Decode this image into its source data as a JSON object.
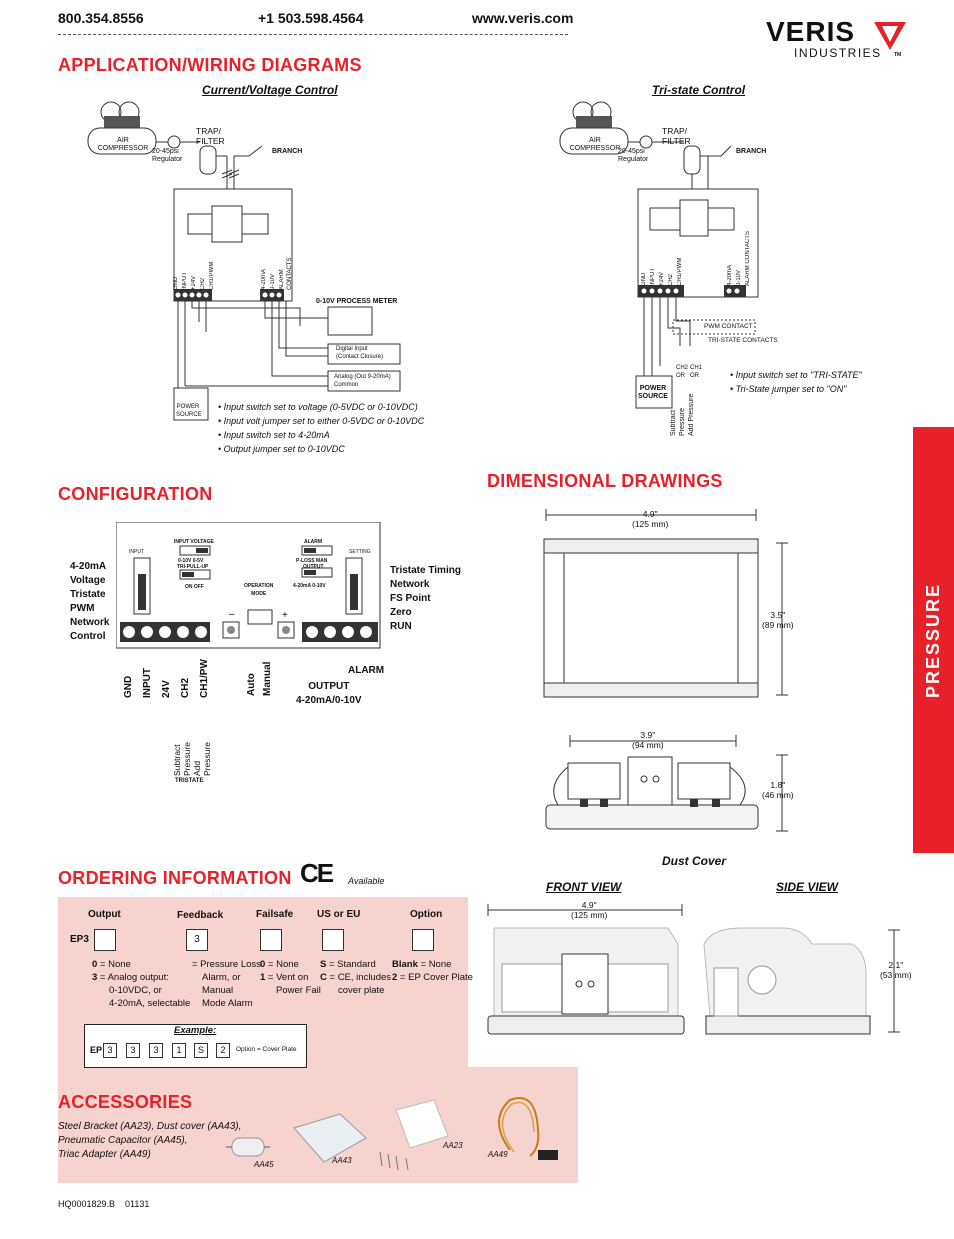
{
  "header": {
    "phone1": "800.354.8556",
    "phone2": "+1 503.598.4564",
    "website": "www.veris.com",
    "logo_word": "VERIS",
    "logo_sub": "INDUSTRIES",
    "logo_tm": "TM"
  },
  "sidebar_tab": "PRESSURE",
  "wiring": {
    "title": "APPLICATION/WIRING DIAGRAMS",
    "left": {
      "caption": "Current/Voltage Control",
      "compressor": "AIR COMPRESSOR",
      "regulator": "20-45psi\nRegulator",
      "trap": "TRAP/\nFILTER",
      "branch": "BRANCH",
      "terminals_left": [
        "GND",
        "INPUT",
        "+24V",
        "CH2",
        "CH1/PWM"
      ],
      "terminals_right": [
        "4-20mA",
        "0-10V",
        "ALARM CONTACTS"
      ],
      "meter": "0-10V PROCESS METER",
      "digital": "Digital Input\n(Contact Closure)",
      "analog": "Analog (Out 9-20mA)\nCommon",
      "power": "POWER\nSOURCE",
      "notes": [
        "• Input switch set to voltage (0-5VDC or 0-10VDC)",
        "• Input volt jumper set to either 0-5VDC or 0-10VDC",
        "• Input switch set to 4-20mA",
        "• Output jumper set to 0-10VDC"
      ]
    },
    "right": {
      "caption": "Tri-state Control",
      "compressor": "AIR COMPRESSOR",
      "regulator": "20-45psi\nRegulator",
      "trap": "TRAP/\nFILTER",
      "branch": "BRANCH",
      "terminals_left": [
        "GND",
        "INPUT",
        "+24V",
        "CH2",
        "CH1/PWM"
      ],
      "terminals_right": [
        "4-20mA",
        "0-10V",
        "ALARM CONTACTS"
      ],
      "pwm": "PWM CONTACT",
      "tristate": "TRI-STATE CONTACTS",
      "ch2": "CH2\nOR",
      "ch1": "CH1\nOR",
      "power": "POWER\nSOURCE",
      "vert": [
        "Subtract",
        "Pressure",
        "Add Pressure"
      ],
      "notes": [
        "• Input switch set to \"TRI-STATE\"",
        "• Tri-State jumper set to \"ON\""
      ]
    }
  },
  "configuration": {
    "title": "CONFIGURATION",
    "left_list": [
      "4-20mA",
      "Voltage",
      "Tristate",
      "PWM",
      "Network",
      "Control"
    ],
    "right_list": [
      "Tristate Timing",
      "Network",
      "FS Point",
      "Zero",
      "RUN"
    ],
    "input": "INPUT",
    "input_voltage": "INPUT VOLTAGE",
    "v_opts": "0-10V  0-5V",
    "tri_pullup": "TRI-PULL-UP",
    "on_off": "ON  OFF",
    "alarm": "ALARM",
    "ploss": "P-LOSS  MAN",
    "output": "OUTPUT",
    "out_opts": "4-20mA  0-10V",
    "setting": "SETTING",
    "op_mode": "OPERATION\nMODE",
    "minus": "–",
    "plus": "+",
    "bottom_labels": [
      "GND",
      "INPUT",
      "24V",
      "CH2",
      "CH1/PW"
    ],
    "auto_manual": [
      "Auto",
      "Manual"
    ],
    "output_label": "OUTPUT\n4-20mA/0-10V",
    "alarm_label": "ALARM",
    "tristate_vert": [
      "Subtract",
      "Pressure",
      "Add Pressure"
    ],
    "tristate_label": "TRISTATE"
  },
  "dimensions": {
    "title": "DIMENSIONAL DRAWINGS",
    "top_width": "4.9\"\n(125 mm)",
    "top_height": "3.5\"\n(89 mm)",
    "side_width": "3.9\"\n(94 mm)",
    "side_height": "1.8\"\n(46 mm)",
    "dust_cover": "Dust Cover",
    "front_view": "FRONT VIEW",
    "side_view": "SIDE VIEW",
    "front_width": "4.9\"\n(125 mm)",
    "side_height2": "2.1\"\n(53 mm)"
  },
  "ordering": {
    "title": "ORDERING INFORMATION",
    "ce": "CE",
    "available": "Available",
    "prefix": "EP3",
    "columns": [
      {
        "head": "Output",
        "value": "",
        "options": [
          [
            "0",
            " = None"
          ],
          [
            "3",
            " = Analog output:"
          ],
          [
            "",
            "0-10VDC, or"
          ],
          [
            "",
            "4-20mA, selectable"
          ]
        ]
      },
      {
        "head": "Feedback",
        "value": "3",
        "options": [
          [
            "",
            "= Pressure Loss"
          ],
          [
            "",
            "Alarm, or"
          ],
          [
            "",
            "Manual"
          ],
          [
            "",
            "Mode Alarm"
          ]
        ]
      },
      {
        "head": "Failsafe",
        "value": "",
        "options": [
          [
            "0",
            " = None"
          ],
          [
            "1",
            " = Vent on"
          ],
          [
            "",
            "Power Fail"
          ]
        ]
      },
      {
        "head": "US or EU",
        "value": "",
        "options": [
          [
            "S",
            " = Standard"
          ],
          [
            "C",
            " = CE, includes"
          ],
          [
            "",
            "cover plate"
          ]
        ]
      },
      {
        "head": "Option",
        "value": "",
        "options": [
          [
            "Blank",
            " = None"
          ],
          [
            "2",
            " = EP Cover Plate"
          ]
        ]
      }
    ],
    "example_label": "Example:",
    "example_prefix": "EP",
    "example_codes": [
      "3",
      "3",
      "3",
      "1",
      "S",
      "2"
    ],
    "example_note": "Option = Cover Plate"
  },
  "accessories": {
    "title": "ACCESSORIES",
    "lines": [
      "Steel Bracket (AA23), Dust cover (AA43),",
      "Pneumatic Capacitor (AA45),",
      "Triac Adapter (AA49)"
    ],
    "items": [
      "AA45",
      "AA43",
      "AA23",
      "AA49"
    ]
  },
  "footer": "HQ0001829.B    01131",
  "colors": {
    "accent": "#e8202a",
    "pink": "#f7d3cf"
  }
}
